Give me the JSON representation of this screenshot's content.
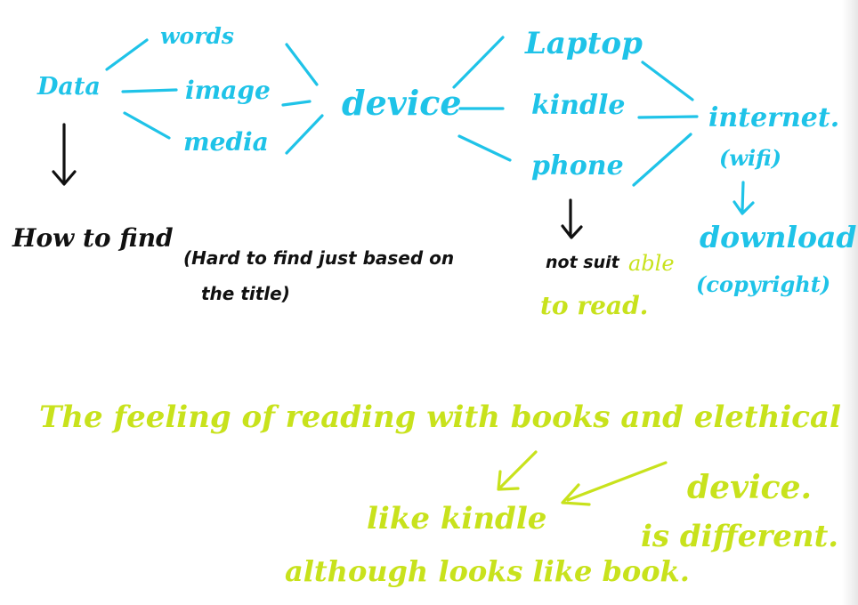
{
  "colors": {
    "blue": "#1fc3e8",
    "black": "#111111",
    "yellow": "#c8e21c"
  },
  "nodes": {
    "data": "Data",
    "words": "words",
    "image": "image",
    "media": "media",
    "device": "device",
    "laptop": "Laptop",
    "kindle": "kindle",
    "phone": "phone",
    "internet": "internet.",
    "wifi": "(wifi)",
    "download": "download",
    "copyright": "(copyright)"
  },
  "notes": {
    "how_to_find": "How to find",
    "hard_to_find_line1": "(Hard to find just based on",
    "hard_to_find_line2": "the title)",
    "not_suit": "not suit",
    "able": "able",
    "to_read": "to read."
  },
  "reflection": {
    "line1": "The feeling of reading with books and elethical",
    "device": "device.",
    "like_kindle": "like kindle",
    "is_different": "is different.",
    "although": "although looks like book."
  }
}
